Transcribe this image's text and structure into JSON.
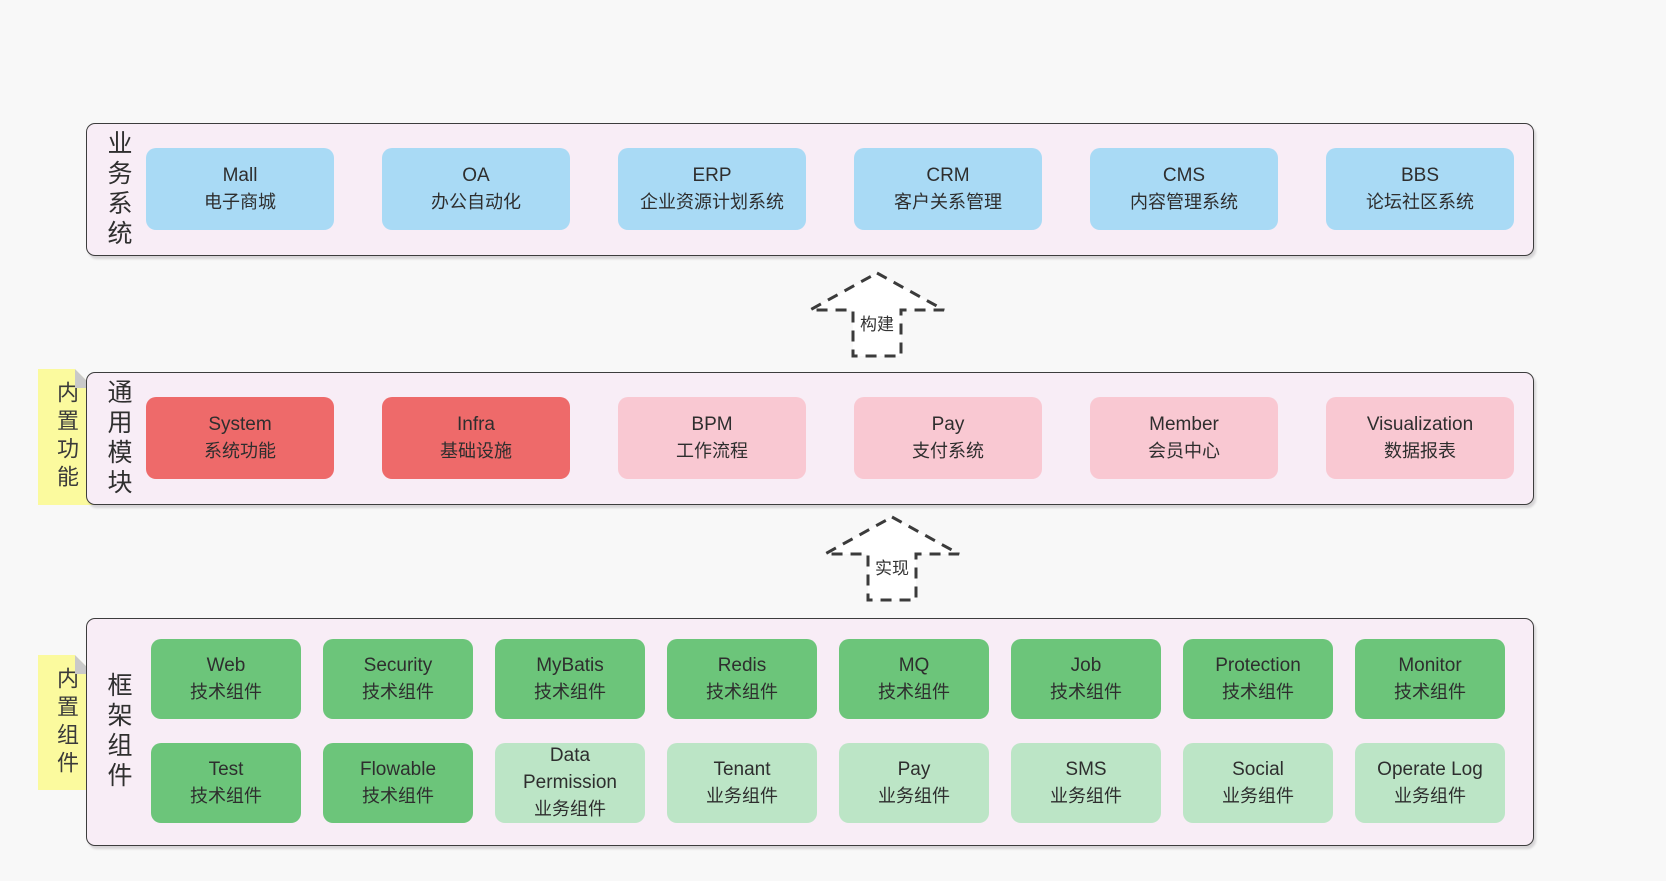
{
  "colors": {
    "page_bg": "#f8f8f8",
    "layer_bg": "#f8edf6",
    "layer_border": "#3d3d3d",
    "blue": "#a9daf5",
    "red": "#ee6a6a",
    "pink": "#f9c8d2",
    "green": "#6cc57a",
    "green_light": "#bce5c6",
    "sticky": "#fbfa9e",
    "sticky_fold": "#c9c9c9",
    "text": "#2e2e2e"
  },
  "arrows": [
    {
      "label": "构建"
    },
    {
      "label": "实现"
    }
  ],
  "layers": [
    {
      "label": "业务系统",
      "items": [
        {
          "title": "Mall",
          "subtitle": "电子商城",
          "type": "blue"
        },
        {
          "title": "OA",
          "subtitle": "办公自动化",
          "type": "blue"
        },
        {
          "title": "ERP",
          "subtitle": "企业资源计划系统",
          "type": "blue"
        },
        {
          "title": "CRM",
          "subtitle": "客户关系管理",
          "type": "blue"
        },
        {
          "title": "CMS",
          "subtitle": "内容管理系统",
          "type": "blue"
        },
        {
          "title": "BBS",
          "subtitle": "论坛社区系统",
          "type": "blue"
        }
      ]
    },
    {
      "label": "通用模块",
      "sticky": "内置功能",
      "items": [
        {
          "title": "System",
          "subtitle": "系统功能",
          "type": "red"
        },
        {
          "title": "Infra",
          "subtitle": "基础设施",
          "type": "red"
        },
        {
          "title": "BPM",
          "subtitle": "工作流程",
          "type": "pink"
        },
        {
          "title": "Pay",
          "subtitle": "支付系统",
          "type": "pink"
        },
        {
          "title": "Member",
          "subtitle": "会员中心",
          "type": "pink"
        },
        {
          "title": "Visualization",
          "subtitle": "数据报表",
          "type": "pink"
        }
      ]
    },
    {
      "label": "框架组件",
      "sticky": "内置组件",
      "row1": [
        {
          "title": "Web",
          "subtitle": "技术组件",
          "type": "green"
        },
        {
          "title": "Security",
          "subtitle": "技术组件",
          "type": "green"
        },
        {
          "title": "MyBatis",
          "subtitle": "技术组件",
          "type": "green"
        },
        {
          "title": "Redis",
          "subtitle": "技术组件",
          "type": "green"
        },
        {
          "title": "MQ",
          "subtitle": "技术组件",
          "type": "green"
        },
        {
          "title": "Job",
          "subtitle": "技术组件",
          "type": "green"
        },
        {
          "title": "Protection",
          "subtitle": "技术组件",
          "type": "green"
        },
        {
          "title": "Monitor",
          "subtitle": "技术组件",
          "type": "green"
        }
      ],
      "row2": [
        {
          "title": "Test",
          "subtitle": "技术组件",
          "type": "green"
        },
        {
          "title": "Flowable",
          "subtitle": "技术组件",
          "type": "green"
        },
        {
          "title": "Data Permission",
          "subtitle": "业务组件",
          "type": "green-light"
        },
        {
          "title": "Tenant",
          "subtitle": "业务组件",
          "type": "green-light"
        },
        {
          "title": "Pay",
          "subtitle": "业务组件",
          "type": "green-light"
        },
        {
          "title": "SMS",
          "subtitle": "业务组件",
          "type": "green-light"
        },
        {
          "title": "Social",
          "subtitle": "业务组件",
          "type": "green-light"
        },
        {
          "title": "Operate Log",
          "subtitle": "业务组件",
          "type": "green-light"
        }
      ]
    }
  ]
}
